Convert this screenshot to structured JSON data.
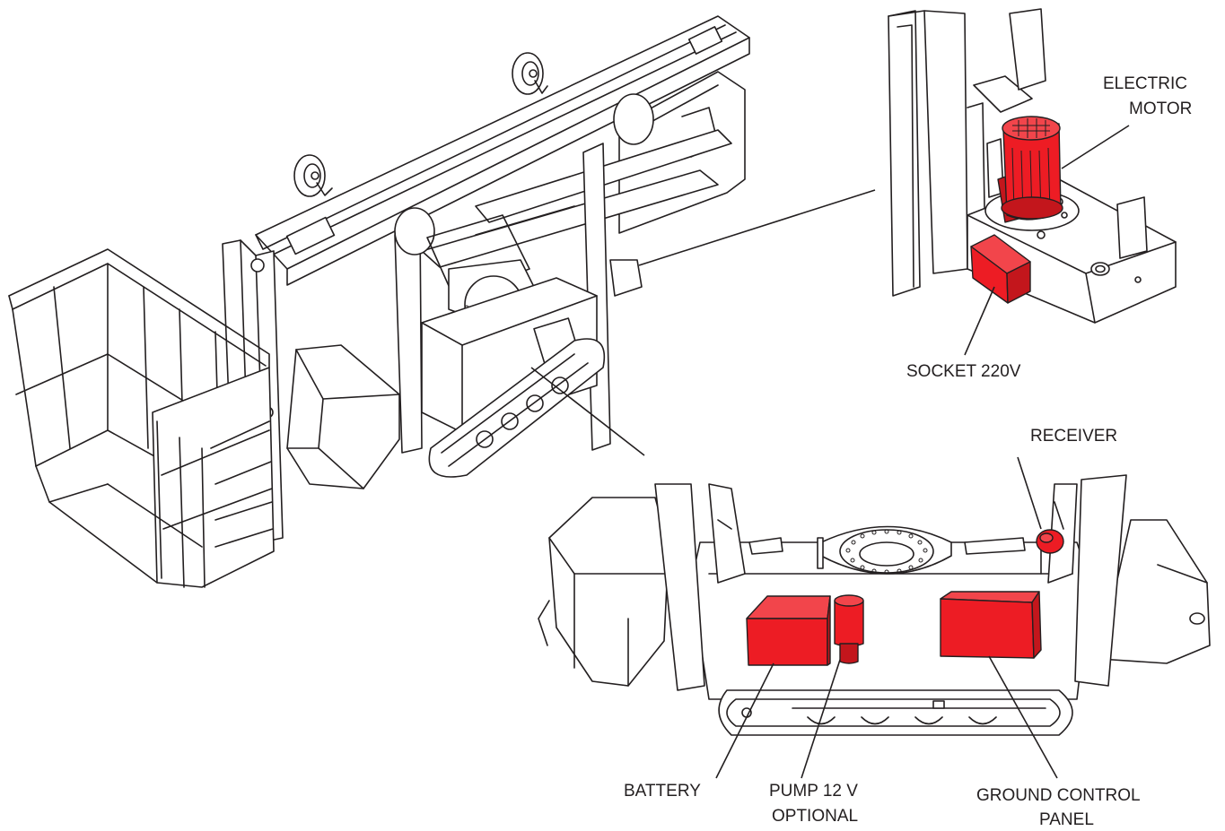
{
  "labels": {
    "electric_motor": [
      "ELECTRIC",
      "MOTOR"
    ],
    "socket": "SOCKET 220V",
    "receiver": "RECEIVER",
    "battery": "BATTERY",
    "pump": [
      "PUMP 12 V",
      "OPTIONAL"
    ],
    "ground_control": [
      "GROUND CONTROL",
      "PANEL"
    ]
  },
  "colors": {
    "highlight": "#ed1c24",
    "line": "#231f20",
    "background": "#ffffff"
  }
}
